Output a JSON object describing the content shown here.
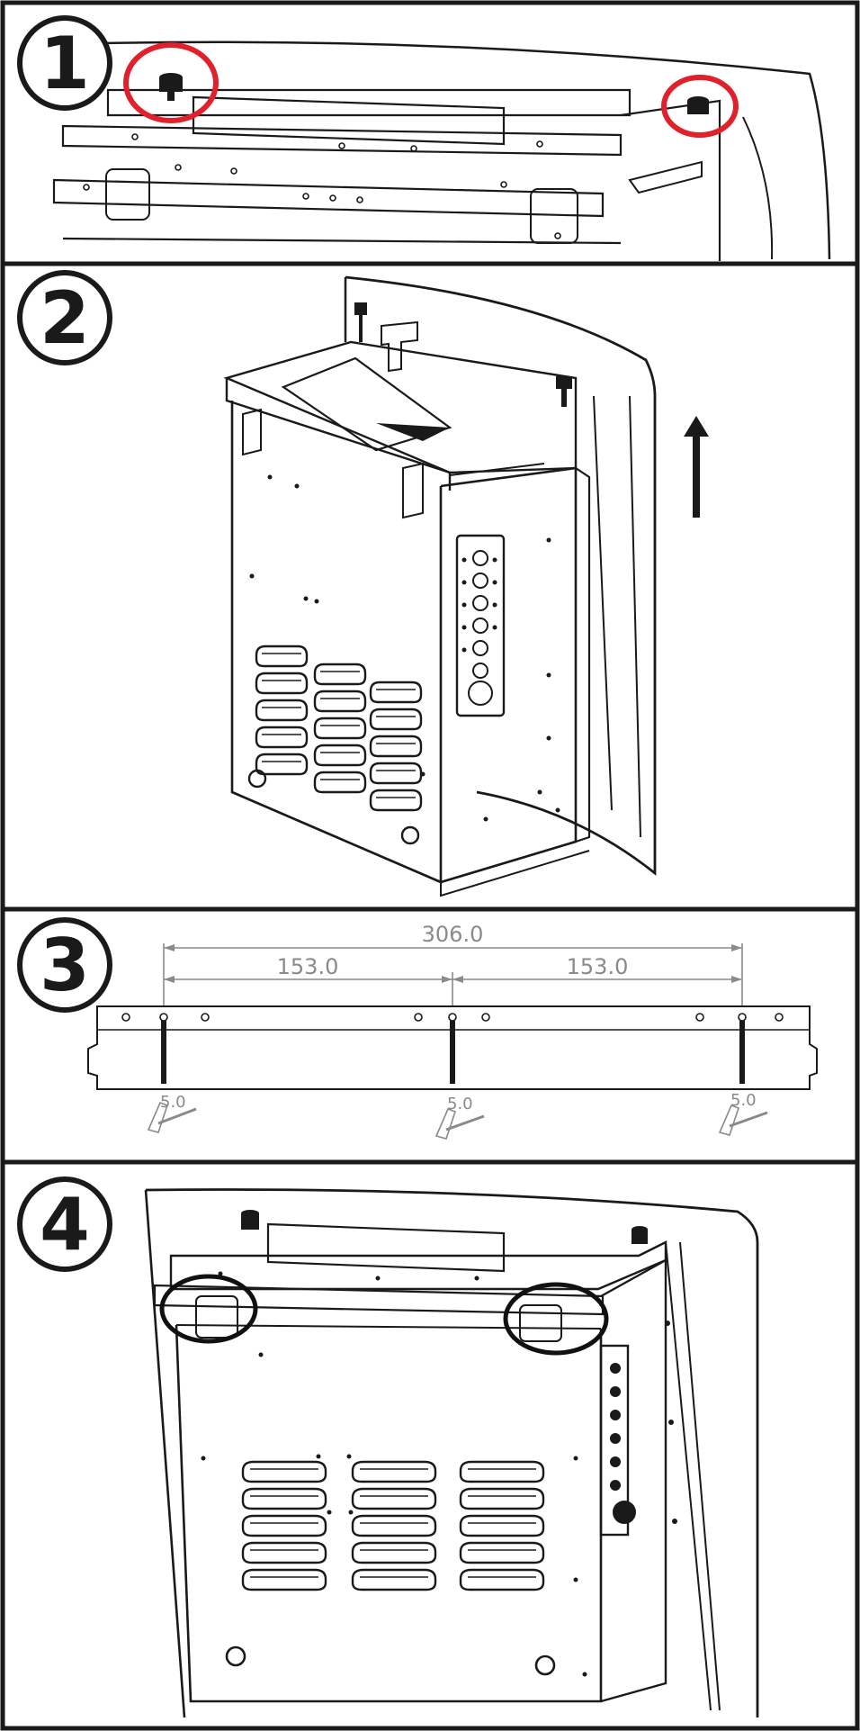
{
  "steps": [
    {
      "label": "1"
    },
    {
      "label": "2"
    },
    {
      "label": "3"
    },
    {
      "label": "4"
    }
  ],
  "dimensions": {
    "total": "306.0",
    "left_half": "153.0",
    "right_half": "153.0",
    "screw_left": "5.0",
    "screw_middle": "5.0",
    "screw_right": "5.0"
  },
  "colors": {
    "line": "#1a1a1a",
    "highlight_red": "#e0202a",
    "highlight_black": "#111111",
    "dim_gray": "#8a8a8a",
    "background": "#ffffff"
  }
}
